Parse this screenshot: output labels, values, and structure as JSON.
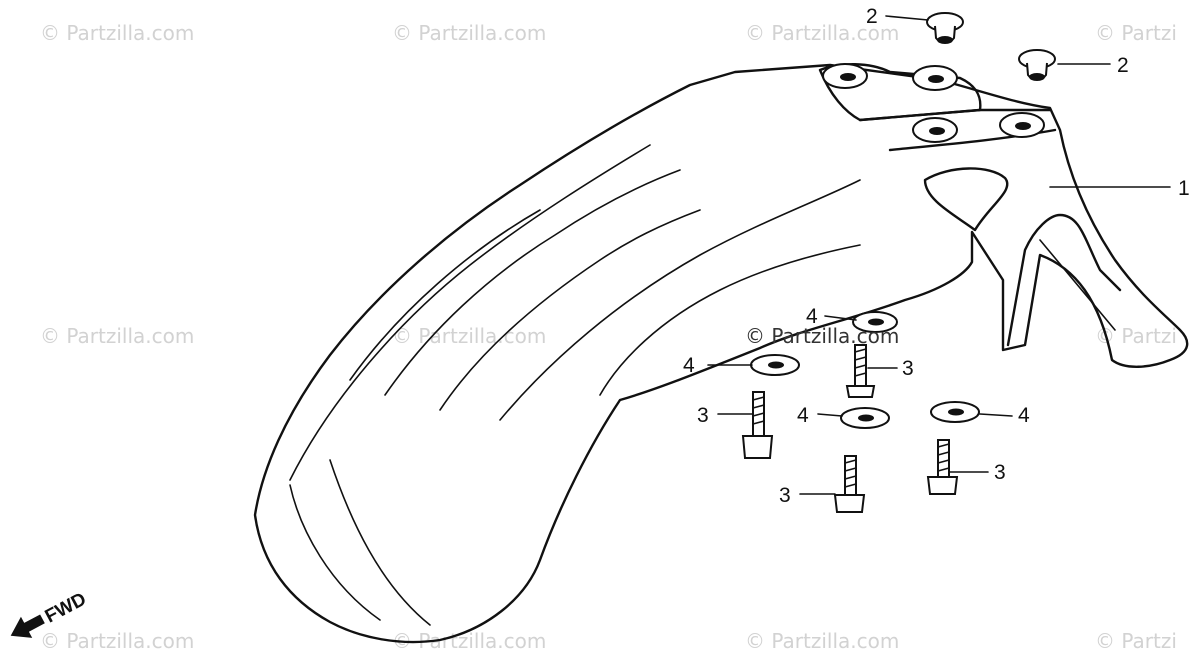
{
  "watermark_text": "© Partzilla.com",
  "watermark_center_text": "© Partzilla.com",
  "watermark_edge_text": "© Partzi",
  "callouts": {
    "front_fender": "1",
    "grommet": "2",
    "bolt": "3",
    "washer": "4"
  },
  "direction_label": "FWD",
  "colors": {
    "line": "#111111",
    "watermark": "#d2d2d2",
    "background": "#ffffff"
  }
}
